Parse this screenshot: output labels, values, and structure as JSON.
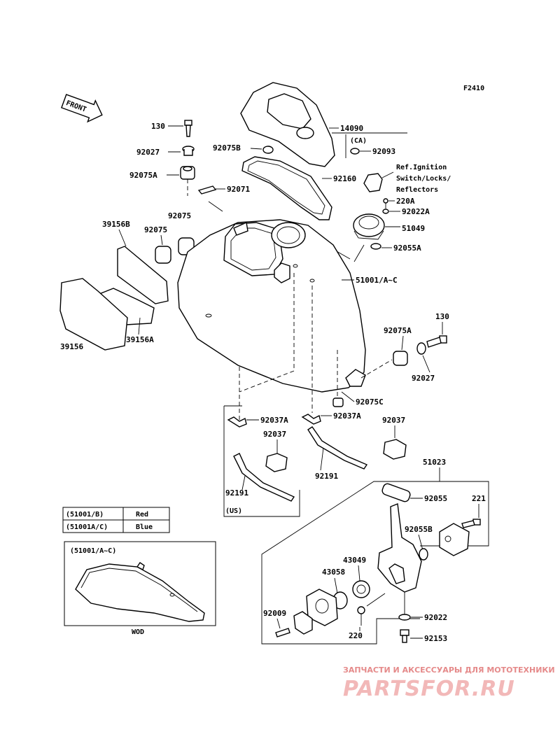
{
  "figure_id": "F2410",
  "front_label": "FRONT",
  "ref_note": [
    "Ref.Ignition",
    "Switch/Locks/",
    "Reflectors"
  ],
  "ca_label": "(CA)",
  "us_label": "(US)",
  "wod_label": "WOD",
  "wod_box_label": "(51001/A~C)",
  "legend": [
    {
      "code": "(51001/B)",
      "color": "Red"
    },
    {
      "code": "(51001A/C)",
      "color": "Blue"
    }
  ],
  "parts": {
    "p130a": "130",
    "p92027a": "92027",
    "p92075Aa": "92075A",
    "p92071": "92071",
    "p92075a": "92075",
    "p39156B": "39156B",
    "p92075b": "92075",
    "p39156": "39156",
    "p39156A": "39156A",
    "p92075B": "92075B",
    "p14090": "14090",
    "p92093": "92093",
    "p92160": "92160",
    "p220A": "220A",
    "p92022A": "92022A",
    "p51049": "51049",
    "p92055A": "92055A",
    "p51001": "51001/A~C",
    "p130b": "130",
    "p92075Ab": "92075A",
    "p92027b": "92027",
    "p92075C": "92075C",
    "p92037Aa": "92037A",
    "p92037Ab": "92037A",
    "p92037a": "92037",
    "p92037b": "92037",
    "p92191a": "92191",
    "p92191b": "92191",
    "p51023": "51023",
    "p92055": "92055",
    "p221": "221",
    "p92055B": "92055B",
    "p43049": "43049",
    "p43058": "43058",
    "p92009": "92009",
    "p220": "220",
    "p92022": "92022",
    "p92153": "92153"
  },
  "watermark": {
    "line1": "ЗАПЧАСТИ И АКСЕССУАРЫ ДЛЯ МОТОТЕХНИКИ",
    "line2": "PARTSFOR.RU"
  }
}
